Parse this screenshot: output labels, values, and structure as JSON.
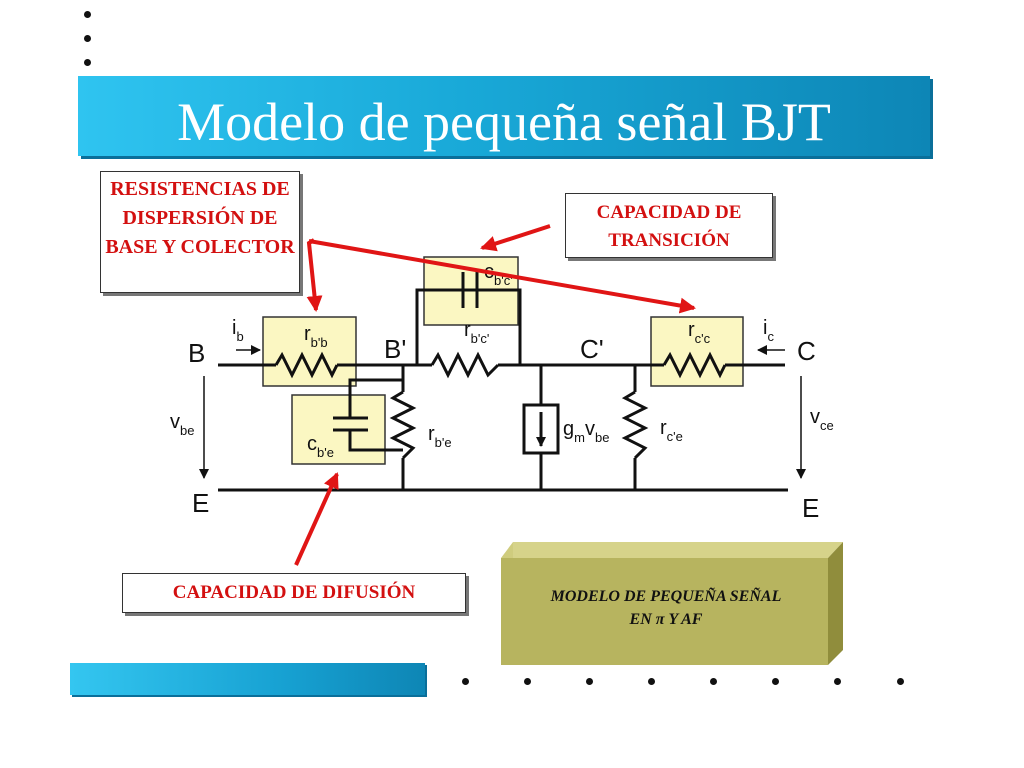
{
  "slide": {
    "title": "Modelo de pequeña señal BJT"
  },
  "callouts": {
    "resistencias": "RESISTENCIAS DE DISPERSIÓN DE BASE Y COLECTOR",
    "capacidad_transicion": "CAPACIDAD DE TRANSICIÓN",
    "capacidad_difusion": "CAPACIDAD DE DIFUSIÓN"
  },
  "summary_box": {
    "line1": "MODELO DE PEQUEÑA SEÑAL",
    "line2": "EN π Y AF"
  },
  "circuit": {
    "nodes": {
      "B": "B",
      "B_prime": "B'",
      "C_prime": "C'",
      "C": "C",
      "E_left": "E",
      "E_right": "E"
    },
    "components": {
      "rbb": {
        "main": "r",
        "sub": "b'b"
      },
      "rbc": {
        "main": "r",
        "sub": "b'c'"
      },
      "rcc": {
        "main": "r",
        "sub": "c'c"
      },
      "rbe": {
        "main": "r",
        "sub": "b'e"
      },
      "rce": {
        "main": "r",
        "sub": "c'e"
      },
      "cbe": {
        "main": "c",
        "sub": "b'e"
      },
      "cbc": {
        "main": "c",
        "sub": "b'c'"
      },
      "gm": {
        "main": "g",
        "sub1": "m",
        "mid": "v",
        "sub2": "be"
      }
    },
    "signals": {
      "ib": {
        "main": "i",
        "sub": "b"
      },
      "ic": {
        "main": "i",
        "sub": "c"
      },
      "vbe": {
        "main": "v",
        "sub": "be"
      },
      "vce": {
        "main": "v",
        "sub": "ce"
      }
    }
  },
  "colors": {
    "title_gradient_start": "#2fc4f0",
    "title_gradient_end": "#0d86b6",
    "callout_text": "#d31010",
    "arrow": "#e01515",
    "component_box": "#fbf7c2",
    "olive_box": "#b7b45f"
  }
}
